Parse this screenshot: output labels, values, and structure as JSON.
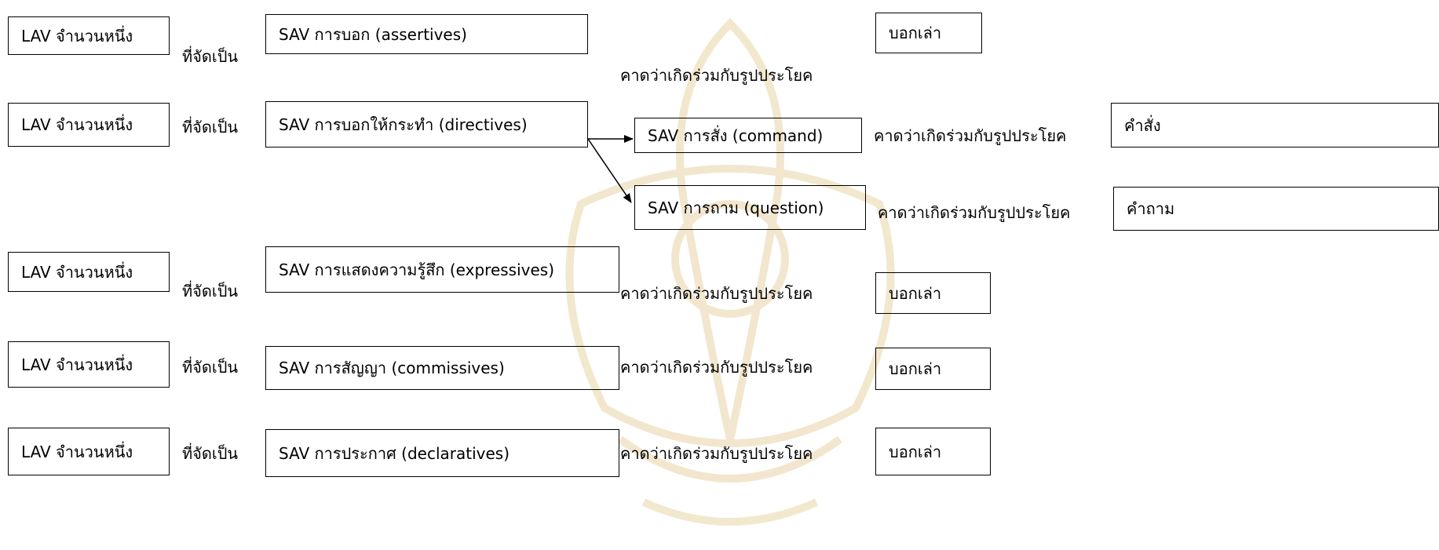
{
  "source_label": "LAV จำนวนหนึ่ง",
  "classified_as": "ที่จัดเป็น",
  "expected_with": "คาดว่าเกิดร่วมกับรูปประโยค",
  "rows": [
    {
      "category": "SAV  การบอก (assertives)",
      "sentence_type": "บอกเล่า"
    },
    {
      "category": "SAV การบอกให้กระทำ (directives)",
      "subtypes": [
        {
          "category": "SAV การสั่ง (command)",
          "sentence_type": "คำสั่ง"
        },
        {
          "category": "SAV การถาม (question)",
          "sentence_type": "คำถาม"
        }
      ]
    },
    {
      "category": "SAV การแสดงความรู้สึก (expressives)",
      "sentence_type": "บอกเล่า"
    },
    {
      "category": "SAV การสัญญา (commissives)",
      "sentence_type": "บอกเล่า"
    },
    {
      "category": "SAV การประกาศ (declaratives)",
      "sentence_type": "บอกเล่า"
    }
  ],
  "colors": {
    "line": "#000000",
    "watermark": "#efe2c2"
  }
}
